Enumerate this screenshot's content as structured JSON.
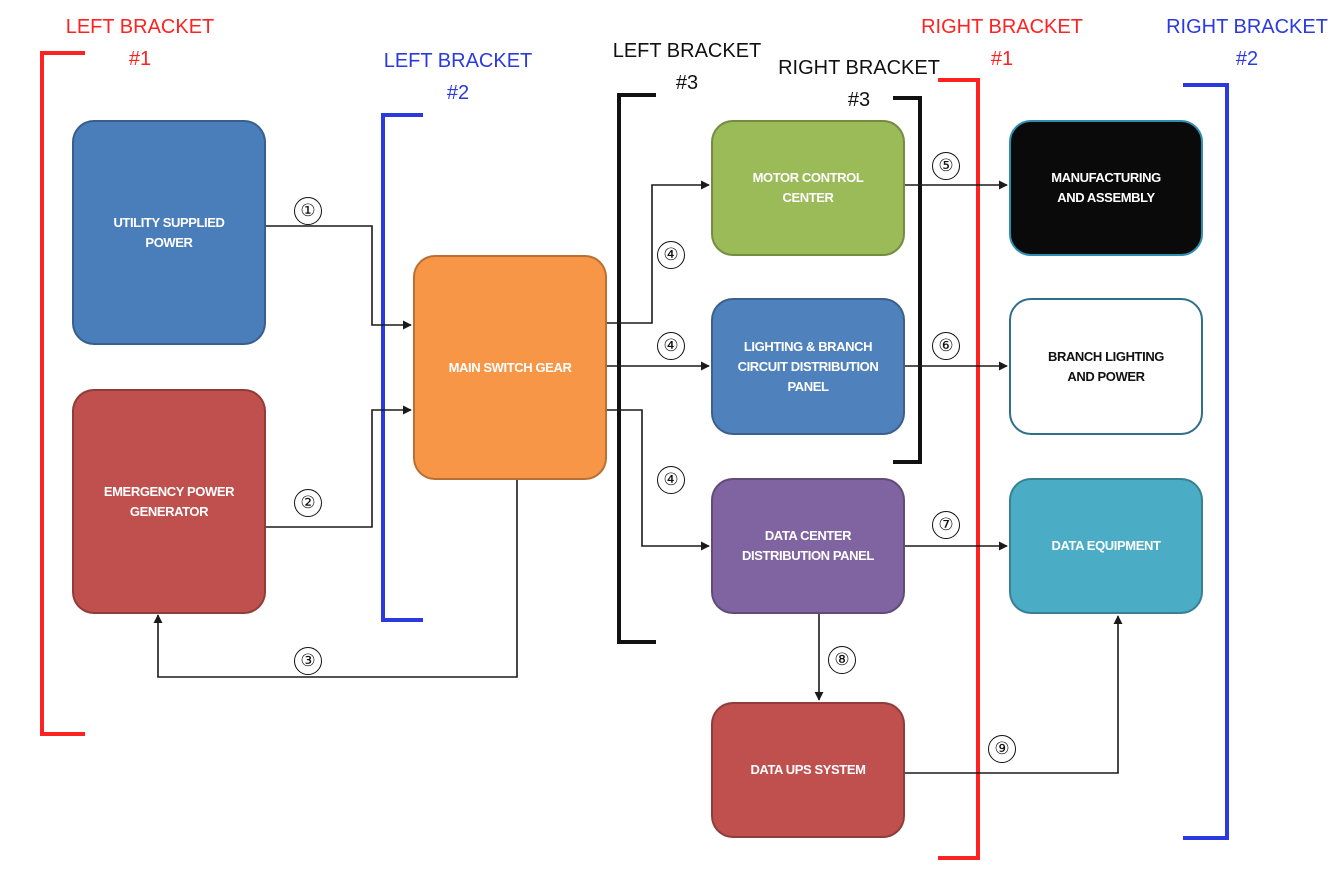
{
  "colors": {
    "left1": "#ff2222",
    "left2": "#2a3ae0",
    "left3": "#111111",
    "right1": "#ff2222",
    "right2": "#2a3ae0",
    "right3": "#111111",
    "utility": "#4a7ebb",
    "emergency": "#c0504d",
    "main_switch": "#f79646",
    "motor": "#9bbb59",
    "lighting": "#4f81bd",
    "data_center": "#8064a2",
    "ups": "#c0504d",
    "manufacturing": "#0a0a0a",
    "branch": "#ffffff",
    "data_equipment": "#4bacc6"
  },
  "brackets": {
    "left1": "LEFT BRACKET\n#1",
    "left2": "LEFT BRACKET\n#2",
    "left3": "LEFT BRACKET\n#3",
    "right3": "RIGHT BRACKET\n#3",
    "right1": "RIGHT BRACKET\n#1",
    "right2": "RIGHT BRACKET\n#2"
  },
  "nodes": {
    "utility": "UTILITY SUPPLIED\nPOWER",
    "emergency": "EMERGENCY POWER\nGENERATOR",
    "main_switch": "MAIN SWITCH GEAR",
    "motor": "MOTOR CONTROL\nCENTER",
    "lighting": "LIGHTING & BRANCH\nCIRCUIT DISTRIBUTION\nPANEL",
    "data_center": "DATA CENTER\nDISTRIBUTION PANEL",
    "ups": "DATA UPS SYSTEM",
    "manufacturing": "MANUFACTURING\nAND ASSEMBLY",
    "branch": "BRANCH LIGHTING\nAND POWER",
    "data_equipment": "DATA EQUIPMENT"
  },
  "markers": {
    "m1": "①",
    "m2": "②",
    "m3": "③",
    "m4a": "④",
    "m4b": "④",
    "m4c": "④",
    "m5": "⑤",
    "m6": "⑥",
    "m7": "⑦",
    "m8": "⑧",
    "m9": "⑨"
  }
}
